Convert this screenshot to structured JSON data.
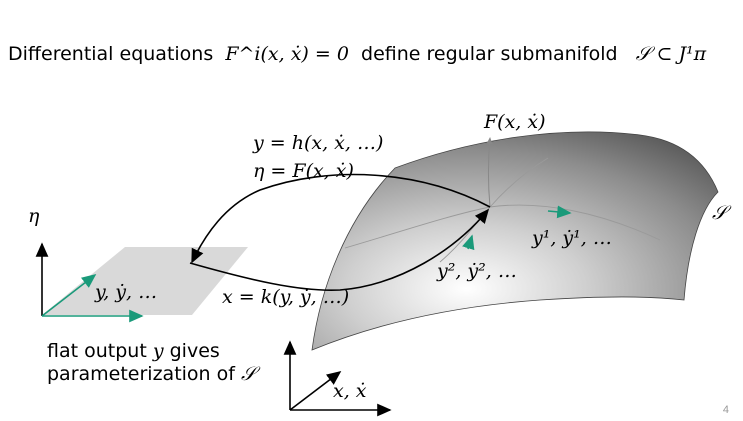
{
  "title": {
    "prefix": "Differential equations",
    "equation": "F^i(x, ẋ) = 0",
    "middle": "define regular submanifold",
    "submanifold": "𝒮 ⊂ J¹π"
  },
  "caption": {
    "line1_prefix": "flat output",
    "line1_var": "y",
    "line1_suffix": "gives",
    "line2_prefix": "parameterization of",
    "line2_var": "𝒮"
  },
  "labels": {
    "map_h": "y = h(x, ẋ, …)",
    "map_eta": "η = F(x, ẋ)",
    "map_k": "x = k(y, ẏ, …)",
    "vector_F": "F(x, ẋ)",
    "surface_name": "𝒮",
    "eta_axis": "η",
    "plane_vars": "y, ẏ, …",
    "curve1_vars": "y¹, ẏ¹, …",
    "curve2_vars": "y², ẏ², …",
    "x_axis": "x, ẋ"
  },
  "page_number": "4",
  "colors": {
    "tangent_arrow": "#1a9a7a",
    "plane_fill": "#d9d9d9",
    "surface_light": "#ffffff",
    "surface_dark": "#555555",
    "page_number": "#999999"
  }
}
